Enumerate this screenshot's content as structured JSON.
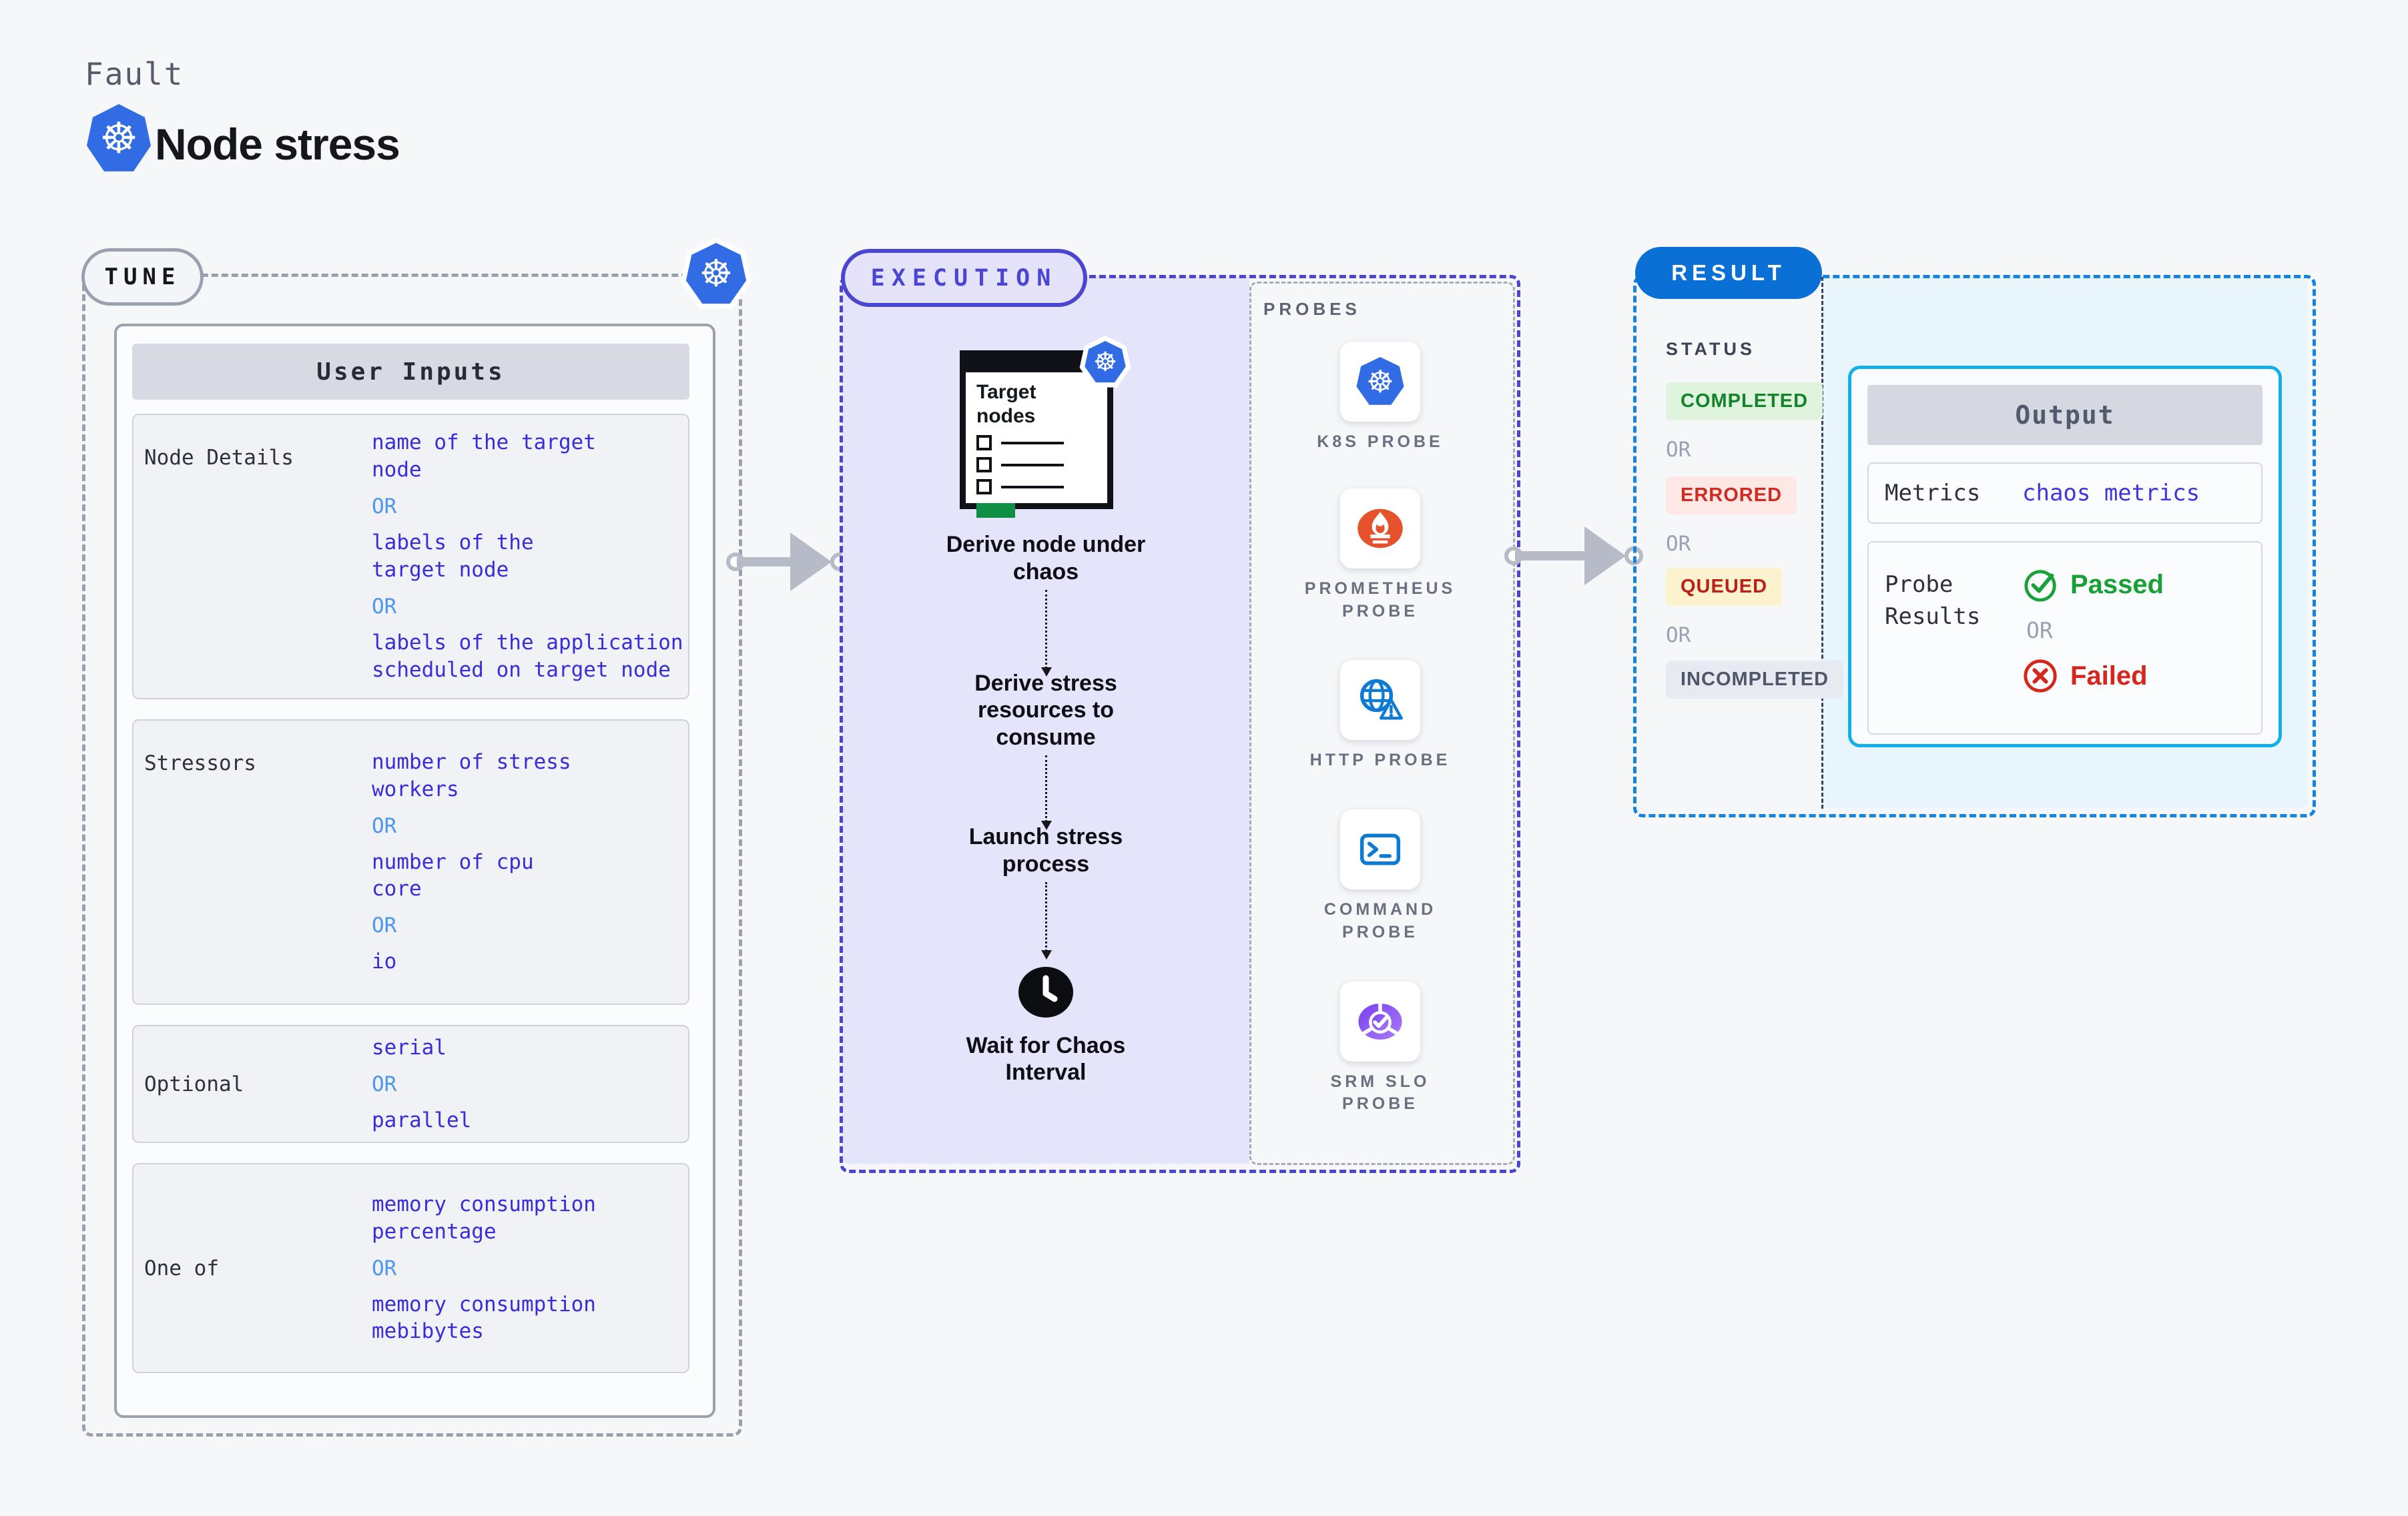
{
  "header": {
    "eyebrow": "Fault",
    "title": "Node stress"
  },
  "tune": {
    "badge": "TUNE",
    "table_title": "User Inputs",
    "rows": [
      {
        "label": "Node Details",
        "items": [
          {
            "type": "value",
            "text": "name of the target\nnode"
          },
          {
            "type": "or",
            "text": "OR"
          },
          {
            "type": "value",
            "text": "labels of the\ntarget node"
          },
          {
            "type": "or",
            "text": "OR"
          },
          {
            "type": "value",
            "text": "labels of the application\nscheduled on target node"
          }
        ]
      },
      {
        "label": "Stressors",
        "items": [
          {
            "type": "value",
            "text": "number of stress\nworkers"
          },
          {
            "type": "or",
            "text": "OR"
          },
          {
            "type": "value",
            "text": "number of cpu\ncore"
          },
          {
            "type": "or",
            "text": "OR"
          },
          {
            "type": "value",
            "text": "io"
          }
        ]
      },
      {
        "label": "Optional",
        "items": [
          {
            "type": "value",
            "text": "serial"
          },
          {
            "type": "or",
            "text": "OR"
          },
          {
            "type": "value",
            "text": "parallel"
          }
        ]
      },
      {
        "label": "One of",
        "items": [
          {
            "type": "value",
            "text": "memory consumption\npercentage"
          },
          {
            "type": "or",
            "text": "OR"
          },
          {
            "type": "value",
            "text": "memory consumption\nmebibytes"
          }
        ]
      }
    ]
  },
  "execution": {
    "badge": "EXECUTION",
    "clipboard_title": "Target nodes",
    "steps": [
      "Derive node under\nchaos",
      "Derive stress\nresources to\nconsume",
      "Launch stress\nprocess",
      "Wait for Chaos\nInterval"
    ]
  },
  "probes": {
    "title": "PROBES",
    "items": [
      {
        "label": "K8S PROBE",
        "icon": "k8s-probe-icon"
      },
      {
        "label": "PROMETHEUS\nPROBE",
        "icon": "prometheus-probe-icon"
      },
      {
        "label": "HTTP PROBE",
        "icon": "http-probe-icon"
      },
      {
        "label": "COMMAND\nPROBE",
        "icon": "command-probe-icon"
      },
      {
        "label": "SRM SLO\nPROBE",
        "icon": "srm-slo-probe-icon"
      }
    ]
  },
  "result": {
    "badge": "RESULT",
    "status": {
      "title": "STATUS",
      "or": "OR",
      "badges": [
        {
          "label": "COMPLETED",
          "type": "completed"
        },
        {
          "label": "ERRORED",
          "type": "errored"
        },
        {
          "label": "QUEUED",
          "type": "queued"
        },
        {
          "label": "INCOMPLETED",
          "type": "incompleted"
        }
      ]
    },
    "output": {
      "title": "Output",
      "metrics_label": "Metrics",
      "metrics_value": "chaos metrics",
      "probe_results_label": "Probe\nResults",
      "passed": "Passed",
      "or": "OR",
      "failed": "Failed"
    }
  },
  "colors": {
    "kubernetes_blue": "#326ce5",
    "execution_indigo": "#4b46d2",
    "result_azure": "#1583e2",
    "result_pill_blue": "#0a70d6",
    "value_blue": "#382cdb",
    "or_blue": "#4d97f0",
    "passed_green": "#17a035",
    "failed_red": "#d6251b",
    "prometheus_orange": "#e6522c",
    "srm_purple": "#8b5cf6",
    "lavender_fill": "#e4e4fa",
    "cyan_fill": "#e8f5fd"
  }
}
